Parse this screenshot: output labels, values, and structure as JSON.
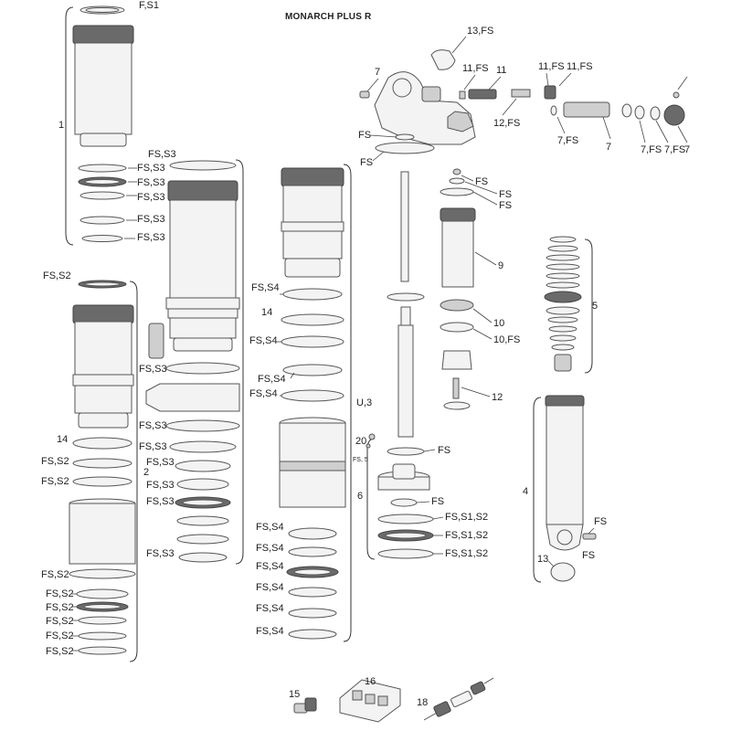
{
  "title": "MONARCH PLUS R",
  "labels": {
    "a01": "F,S1",
    "a02": "1",
    "a03": "FS,S3",
    "a04": "FS,S3",
    "a05": "FS,S3",
    "a06": "FS,S3",
    "a07": "FS,S3",
    "a08": "FS,S3",
    "a09": "FS,S2",
    "a10": "FS,S3",
    "a11": "FS,S3",
    "a12": "FS,S3",
    "a13": "FS,S3",
    "a14": "FS,S3",
    "a15": "FS,S3",
    "a16": "FS,S3",
    "a17": "2",
    "a18": "14",
    "a19": "FS,S2",
    "a20": "FS,S2",
    "a21": "FS,S2",
    "a22": "FS,S2",
    "a23": "FS,S2",
    "a24": "FS,S2",
    "a25": "FS,S2",
    "a26": "FS,S2",
    "b01": "FS,S4",
    "b02": "14",
    "b03": "FS,S4",
    "b04": "FS,S4",
    "b05": "FS,S4",
    "b06": "U,3",
    "b07": "FS,S4",
    "b08": "FS,S4",
    "b09": "FS,S4",
    "b10": "FS,S4",
    "b11": "FS,S4",
    "b12": "FS,S4",
    "c01": "13,FS",
    "c02": "7",
    "c03": "11,FS",
    "c04": "11",
    "c05": "11,FS",
    "c06": "11,FS",
    "c07": "12,FS",
    "c08": "FS",
    "c09": "FS",
    "c10": "7,FS",
    "c11": "7",
    "c12": "7,FS",
    "c13": "7,FS",
    "c14": "7",
    "d01": "FS",
    "d02": "FS",
    "d03": "FS",
    "d04": "9",
    "d05": "10",
    "d06": "10,FS",
    "d07": "12",
    "d08": "20",
    "d09": "FS, 5",
    "d10": "FS",
    "d11": "6",
    "d12": "FS",
    "d13": "FS,S1,S2",
    "d14": "FS,S1,S2",
    "d15": "FS,S1,S2",
    "e01": "5",
    "e02": "4",
    "e03": "FS",
    "e04": "FS",
    "e05": "13",
    "f01": "15",
    "f02": "16",
    "f03": "18"
  }
}
